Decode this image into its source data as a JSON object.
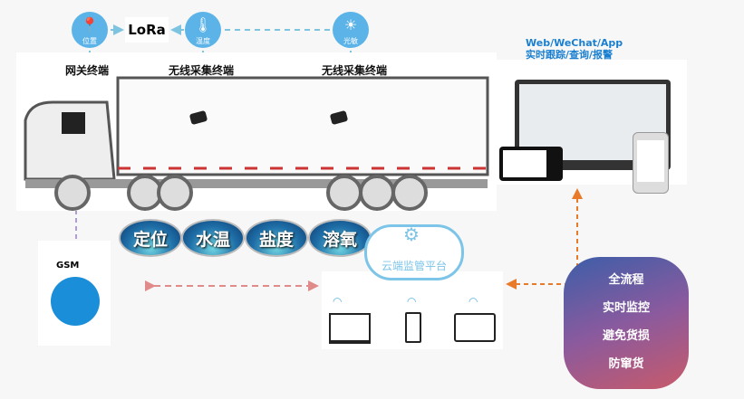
{
  "top_icons": {
    "location": "位置",
    "temperature": "温度",
    "light": "光敏",
    "lora": "LoRa"
  },
  "labels": {
    "gateway": "网关终端",
    "wireless1": "无线采集终端",
    "wireless2": "无线采集终端"
  },
  "pills": [
    "定位",
    "水温",
    "盐度",
    "溶氧"
  ],
  "cloud": "云端监管平台",
  "gsm": "GSM",
  "clients": {
    "line1": "Web/WeChat/App",
    "line2": "实时跟踪/查询/报警"
  },
  "benefits": [
    "全流程",
    "实时监控",
    "避免货损",
    "防窜货"
  ],
  "colors": {
    "accent_blue": "#5bb3e8",
    "text_blue": "#1a7fd0",
    "orange": "#e87a2a",
    "red_dash": "#e08a8a"
  }
}
